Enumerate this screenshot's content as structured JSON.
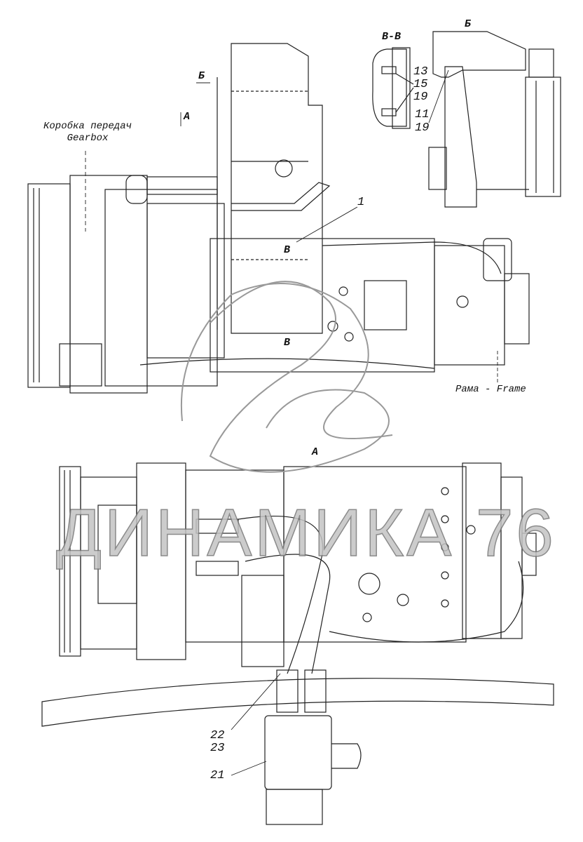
{
  "drawing": {
    "view_labels": {
      "a_top": "A",
      "a_bottom": "A",
      "b_arrow": "Б",
      "b_view": "Б",
      "v_top": "В",
      "v_bottom": "В",
      "v_section": "В-В"
    },
    "captions": {
      "gearbox_ru": "Коробка передач",
      "gearbox_en": "Gearbox",
      "frame": "Рама - Frame"
    },
    "callouts": {
      "c1": "1",
      "c13": "13",
      "c15": "15",
      "c19a": "19",
      "c11": "11",
      "c19b": "19",
      "c22": "22",
      "c23": "23",
      "c21": "21"
    }
  },
  "watermark": {
    "text": "ДИНАМИКА 76"
  }
}
